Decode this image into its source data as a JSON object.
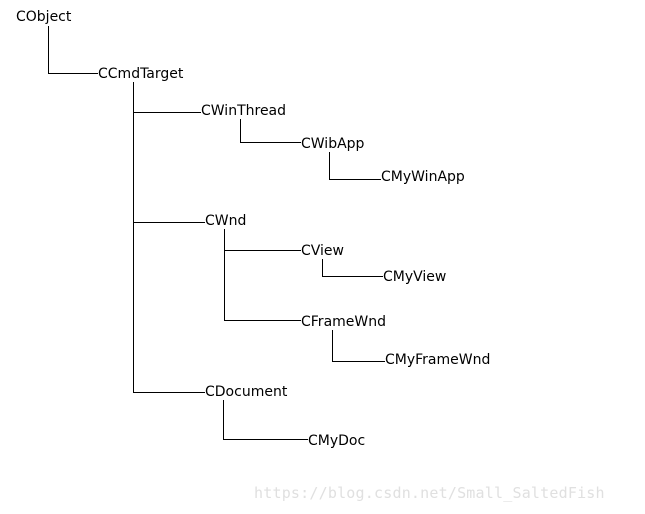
{
  "diagram": {
    "nodes": {
      "cobject": "CObject",
      "ccmdtarget": "CCmdTarget",
      "cwinthread": "CWinThread",
      "cwibapp": "CWibApp",
      "cmywinapp": "CMyWinApp",
      "cwnd": "CWnd",
      "cview": "CView",
      "cmyview": "CMyView",
      "cframewnd": "CFrameWnd",
      "cmyframewnd": "CMyFrameWnd",
      "cdocument": "CDocument",
      "cmydoc": "CMyDoc"
    },
    "edges": [
      [
        "cobject",
        "ccmdtarget"
      ],
      [
        "ccmdtarget",
        "cwinthread"
      ],
      [
        "ccmdtarget",
        "cwnd"
      ],
      [
        "ccmdtarget",
        "cdocument"
      ],
      [
        "cwinthread",
        "cwibapp"
      ],
      [
        "cwibapp",
        "cmywinapp"
      ],
      [
        "cwnd",
        "cview"
      ],
      [
        "cwnd",
        "cframewnd"
      ],
      [
        "cview",
        "cmyview"
      ],
      [
        "cframewnd",
        "cmyframewnd"
      ],
      [
        "cdocument",
        "cmydoc"
      ]
    ],
    "line_color": "#000000"
  },
  "watermark": "https://blog.csdn.net/Small_SaltedFish"
}
